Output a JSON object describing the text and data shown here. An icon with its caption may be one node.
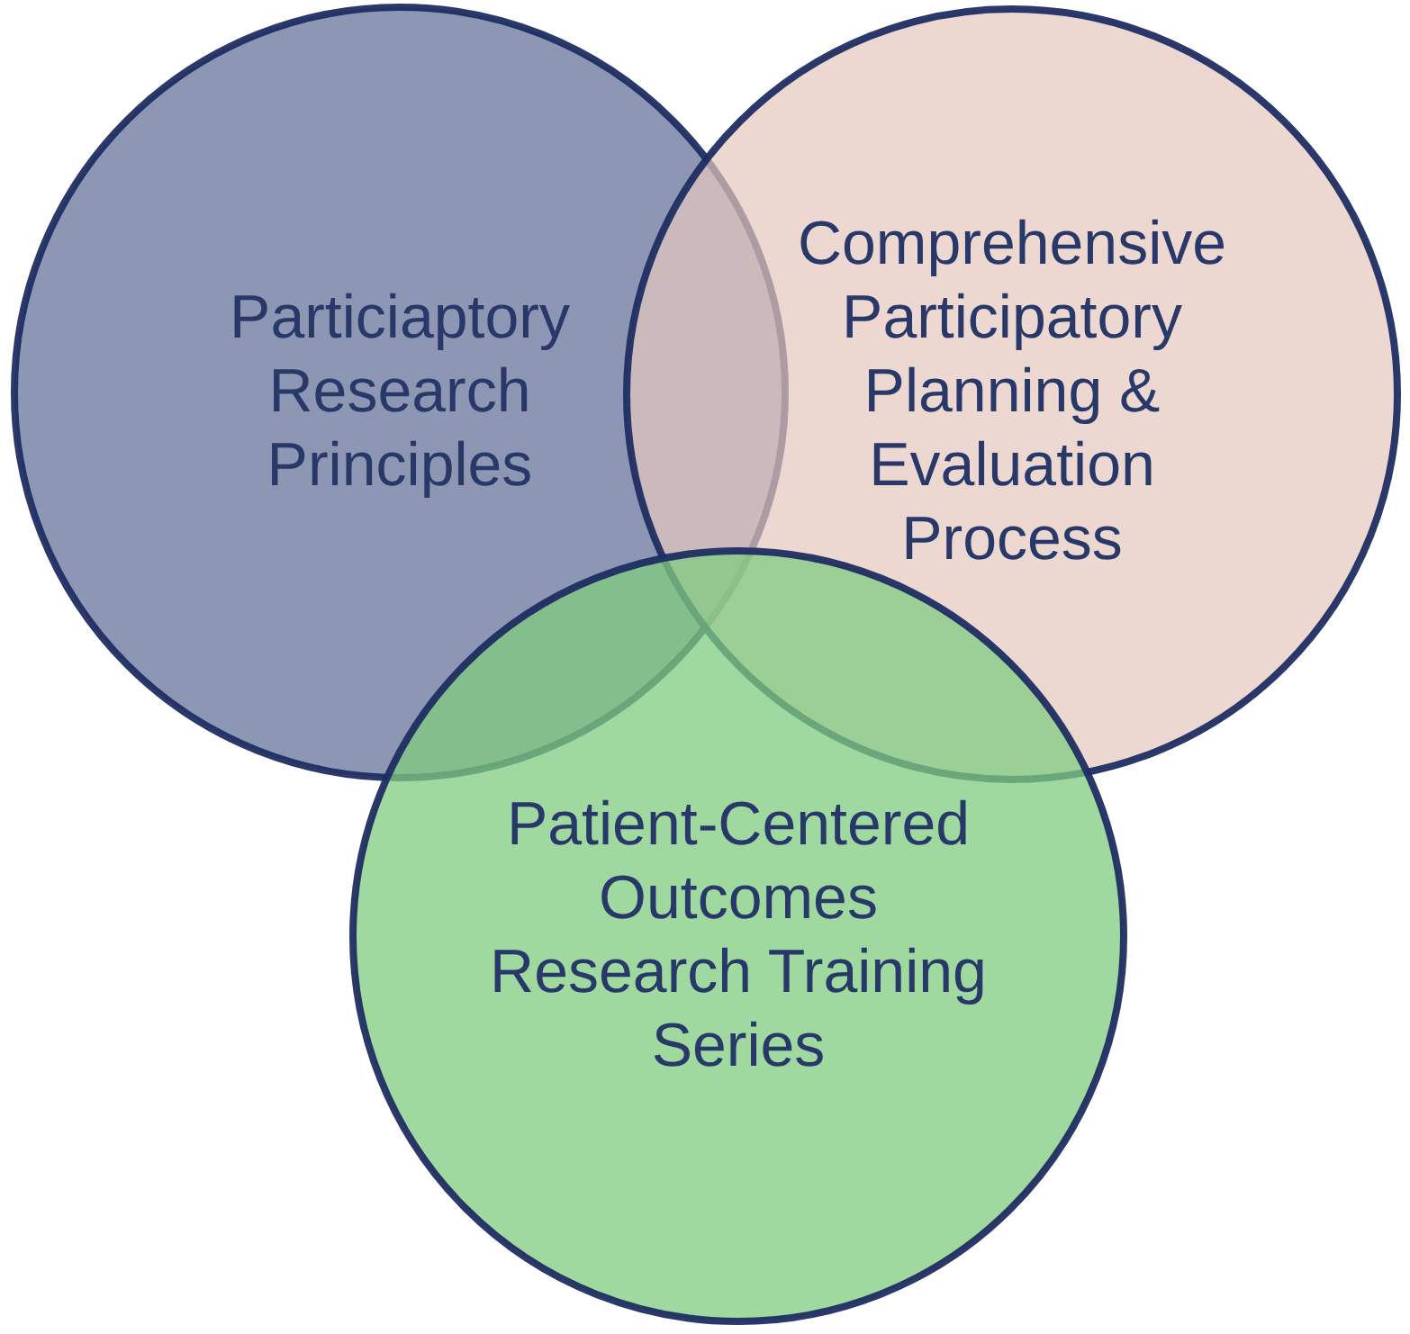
{
  "diagram": {
    "nodes": [
      {
        "text": [
          "Particiaptory Research Principles"
        ]
      },
      {
        "text": [
          "Comprehensive Participatory Planning & Evaluation Process"
        ]
      },
      {
        "text": [
          "Patient-Centered Outcomes Research Training Series"
        ]
      }
    ]
  }
}
